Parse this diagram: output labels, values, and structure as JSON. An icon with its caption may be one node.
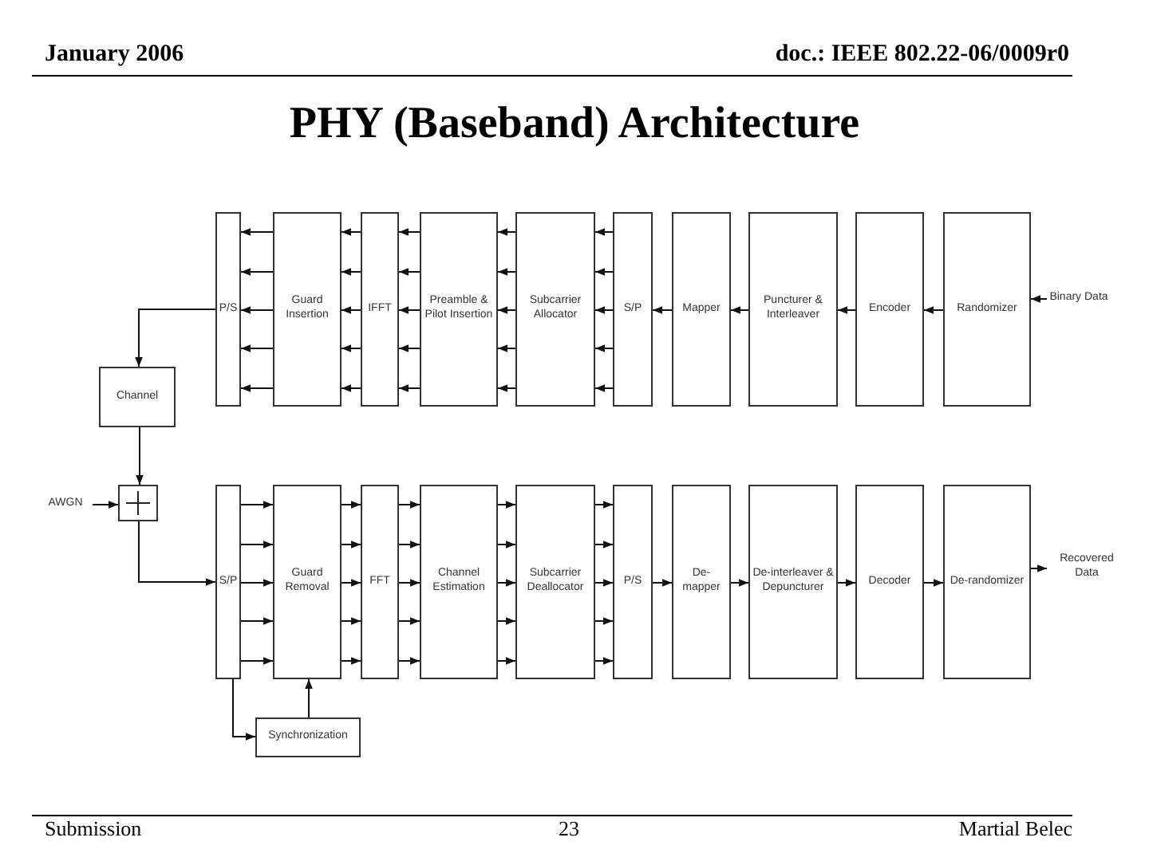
{
  "diagram": {
    "title": "PHY (Baseband) Architecture",
    "nodes": [
      {
        "text": [
          "P/S"
        ]
      },
      {
        "text": [
          "Guard Insertion"
        ]
      },
      {
        "text": [
          "IFFT"
        ]
      },
      {
        "text": [
          "Preamble & Pilot Insertion"
        ]
      },
      {
        "text": [
          "Subcarrier Allocator"
        ]
      },
      {
        "text": [
          "S/P"
        ]
      },
      {
        "text": [
          "Mapper"
        ]
      },
      {
        "text": [
          "Puncturer & Interleaver"
        ]
      },
      {
        "text": [
          "Encoder"
        ]
      },
      {
        "text": [
          "Randomizer"
        ]
      },
      {
        "text": [
          "Binary Data"
        ]
      },
      {
        "text": [
          "Channel"
        ]
      },
      {
        "text": [
          "AWGN"
        ]
      },
      {
        "text": [],
        "shape": "box"
      },
      {
        "text": [
          "S/P"
        ]
      },
      {
        "text": [
          "Guard Removal"
        ]
      },
      {
        "text": [
          "FFT"
        ]
      },
      {
        "text": [
          "Channel Estimation"
        ]
      },
      {
        "text": [
          "Subcarrier Deallocator"
        ]
      },
      {
        "text": [
          "P/S"
        ]
      },
      {
        "text": [
          "De-mapper"
        ]
      },
      {
        "text": [
          "De-interleaver & Depuncturer"
        ]
      },
      {
        "text": [
          "Decoder"
        ]
      },
      {
        "text": [
          "De-randomizer"
        ]
      },
      {
        "text": [
          "Recovered Data"
        ]
      },
      {
        "text": [
          "Synchronization"
        ]
      }
    ],
    "edges": [
      {
        "from": 10,
        "to": 9,
        "arrow": "to"
      },
      {
        "from": 9,
        "to": 8,
        "arrow": "to"
      },
      {
        "from": 8,
        "to": 7,
        "arrow": "to"
      },
      {
        "from": 7,
        "to": 6,
        "arrow": "to"
      },
      {
        "from": 6,
        "to": 5,
        "arrow": "to"
      },
      {
        "from": 5,
        "to": 4,
        "arrow": "to"
      },
      {
        "from": 5,
        "to": 4,
        "arrow": "to"
      },
      {
        "from": 5,
        "to": 4,
        "arrow": "to"
      },
      {
        "from": 5,
        "to": 4,
        "arrow": "to"
      },
      {
        "from": 5,
        "to": 4,
        "arrow": "to"
      },
      {
        "from": 4,
        "to": 3,
        "arrow": "to"
      },
      {
        "from": 4,
        "to": 3,
        "arrow": "to"
      },
      {
        "from": 4,
        "to": 3,
        "arrow": "to"
      },
      {
        "from": 4,
        "to": 3,
        "arrow": "to"
      },
      {
        "from": 4,
        "to": 3,
        "arrow": "to"
      },
      {
        "from": 3,
        "to": 2,
        "arrow": "to"
      },
      {
        "from": 3,
        "to": 2,
        "arrow": "to"
      },
      {
        "from": 3,
        "to": 2,
        "arrow": "to"
      },
      {
        "from": 3,
        "to": 2,
        "arrow": "to"
      },
      {
        "from": 3,
        "to": 2,
        "arrow": "to"
      },
      {
        "from": 2,
        "to": 1,
        "arrow": "to"
      },
      {
        "from": 2,
        "to": 1,
        "arrow": "to"
      },
      {
        "from": 2,
        "to": 1,
        "arrow": "to"
      },
      {
        "from": 2,
        "to": 1,
        "arrow": "to"
      },
      {
        "from": 2,
        "to": 1,
        "arrow": "to"
      },
      {
        "from": 1,
        "to": 0,
        "arrow": "to"
      },
      {
        "from": 1,
        "to": 0,
        "arrow": "to"
      },
      {
        "from": 1,
        "to": 0,
        "arrow": "to"
      },
      {
        "from": 1,
        "to": 0,
        "arrow": "to"
      },
      {
        "from": 1,
        "to": 0,
        "arrow": "to"
      },
      {
        "from": 0,
        "to": 11,
        "arrow": "to"
      },
      {
        "from": 11,
        "to": 13,
        "arrow": "to"
      },
      {
        "from": 12,
        "to": 13,
        "arrow": "to"
      },
      {
        "from": 13,
        "to": 14,
        "arrow": "to"
      },
      {
        "from": 14,
        "to": 15,
        "arrow": "to"
      },
      {
        "from": 14,
        "to": 15,
        "arrow": "to"
      },
      {
        "from": 14,
        "to": 15,
        "arrow": "to"
      },
      {
        "from": 14,
        "to": 15,
        "arrow": "to"
      },
      {
        "from": 14,
        "to": 15,
        "arrow": "to"
      },
      {
        "from": 15,
        "to": 16,
        "arrow": "to"
      },
      {
        "from": 15,
        "to": 16,
        "arrow": "to"
      },
      {
        "from": 15,
        "to": 16,
        "arrow": "to"
      },
      {
        "from": 15,
        "to": 16,
        "arrow": "to"
      },
      {
        "from": 15,
        "to": 16,
        "arrow": "to"
      },
      {
        "from": 16,
        "to": 17,
        "arrow": "to"
      },
      {
        "from": 16,
        "to": 17,
        "arrow": "to"
      },
      {
        "from": 16,
        "to": 17,
        "arrow": "to"
      },
      {
        "from": 16,
        "to": 17,
        "arrow": "to"
      },
      {
        "from": 16,
        "to": 17,
        "arrow": "to"
      },
      {
        "from": 17,
        "to": 18,
        "arrow": "to"
      },
      {
        "from": 17,
        "to": 18,
        "arrow": "to"
      },
      {
        "from": 17,
        "to": 18,
        "arrow": "to"
      },
      {
        "from": 17,
        "to": 18,
        "arrow": "to"
      },
      {
        "from": 17,
        "to": 18,
        "arrow": "to"
      },
      {
        "from": 18,
        "to": 19,
        "arrow": "to"
      },
      {
        "from": 18,
        "to": 19,
        "arrow": "to"
      },
      {
        "from": 18,
        "to": 19,
        "arrow": "to"
      },
      {
        "from": 18,
        "to": 19,
        "arrow": "to"
      },
      {
        "from": 18,
        "to": 19,
        "arrow": "to"
      },
      {
        "from": 19,
        "to": 20,
        "arrow": "to"
      },
      {
        "from": 20,
        "to": 21,
        "arrow": "to"
      },
      {
        "from": 21,
        "to": 22,
        "arrow": "to"
      },
      {
        "from": 22,
        "to": 23,
        "arrow": "to"
      },
      {
        "from": 23,
        "to": 24,
        "arrow": "to"
      },
      {
        "from": 14,
        "to": 25,
        "arrow": "to"
      },
      {
        "from": 25,
        "to": 15,
        "arrow": "to"
      }
    ],
    "labels": [
      "January 2006",
      "doc.: IEEE 802.22-06/0009r0",
      "Submission",
      "23",
      "Martial Belec"
    ]
  }
}
